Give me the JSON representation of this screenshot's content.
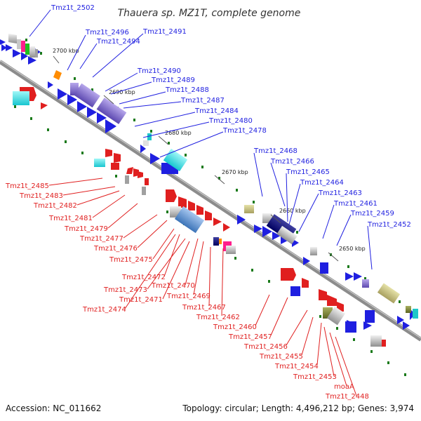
{
  "title": "Thauera sp. MZ1T, complete genome",
  "footer": {
    "accession": "Accession: NC_011662",
    "summary": "Topology: circular; Length: 4,496,212 bp; Genes: 3,974"
  },
  "colors": {
    "forward_strand": "#1f1fe0",
    "reverse_strand": "#e01f1f",
    "backbone": "#8c8c8c",
    "tick": "#1a7a1a"
  },
  "kbp_marks": [
    "2700 kbp",
    "2690 kbp",
    "2680 kbp",
    "2670 kbp",
    "2660 kbp",
    "2650 kbp"
  ],
  "upper_labels": [
    "Tmz1t_2502",
    "Tmz1t_2496",
    "Tmz1t_2491",
    "Tmz1t_2494",
    "Tmz1t_2490",
    "Tmz1t_2489",
    "Tmz1t_2488",
    "Tmz1t_2487",
    "Tmz1t_2484",
    "Tmz1t_2480",
    "Tmz1t_2478",
    "Tmz1t_2468",
    "Tmz1t_2466",
    "Tmz1t_2465",
    "Tmz1t_2464",
    "Tmz1t_2463",
    "Tmz1t_2461",
    "Tmz1t_2459",
    "Tmz1t_2452"
  ],
  "lower_labels": [
    "Tmz1t_2485",
    "Tmz1t_2483",
    "Tmz1t_2482",
    "Tmz1t_2481",
    "Tmz1t_2479",
    "Tmz1t_2477",
    "Tmz1t_2476",
    "Tmz1t_2475",
    "Tmz1t_2472",
    "Tmz1t_2473",
    "Tmz1t_2471",
    "Tmz1t_2474",
    "Tmz1t_2470",
    "Tmz1t_2469",
    "Tmz1t_2467",
    "Tmz1t_2462",
    "Tmz1t_2460",
    "Tmz1t_2457",
    "Tmz1t_2456",
    "Tmz1t_2455",
    "Tmz1t_2454",
    "Tmz1t_2453",
    "moaA",
    "Tmz1t_2448"
  ]
}
